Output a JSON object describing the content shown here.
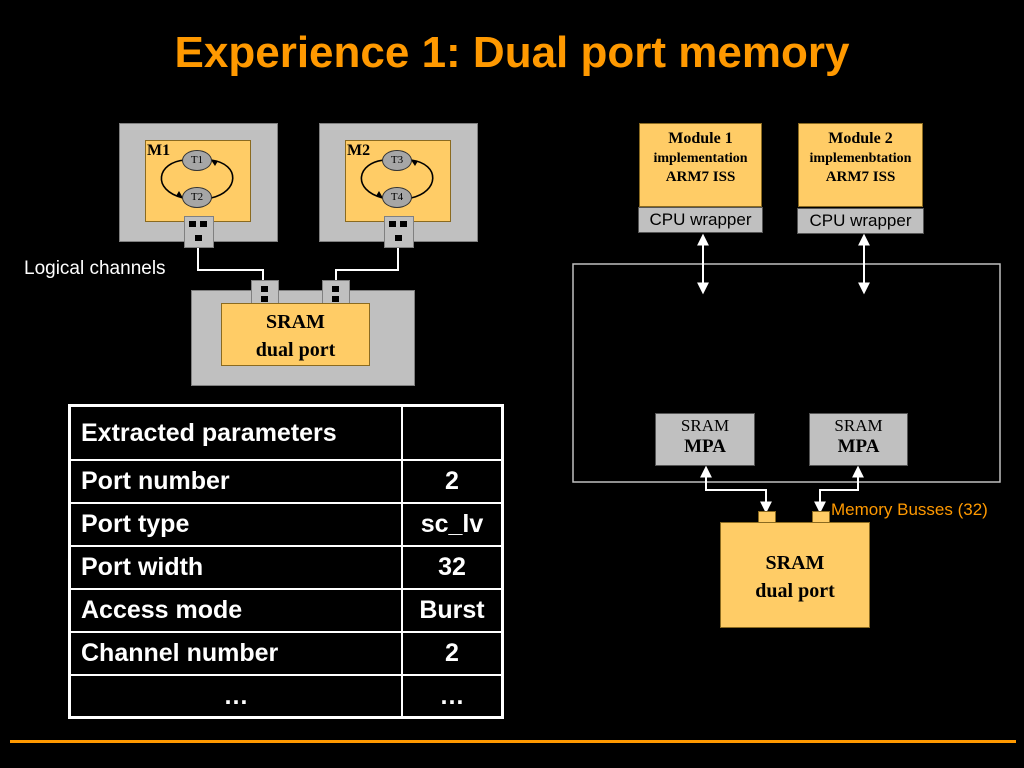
{
  "title": "Experience 1: Dual port memory",
  "left_diagram": {
    "m1": {
      "label": "M1",
      "t_top": "T1",
      "t_bottom": "T2"
    },
    "m2": {
      "label": "M2",
      "t_top": "T3",
      "t_bottom": "T4"
    },
    "logical_channels_label": "Logical channels",
    "sram": {
      "line1": "SRAM",
      "line2": "dual port"
    }
  },
  "table": {
    "header": [
      "Extracted parameters",
      ""
    ],
    "rows": [
      [
        "Port number",
        "2"
      ],
      [
        "Port type",
        "sc_lv"
      ],
      [
        "Port width",
        "32"
      ],
      [
        "Access mode",
        "Burst"
      ],
      [
        "Channel number",
        "2"
      ],
      [
        "…",
        "…"
      ]
    ]
  },
  "right_diagram": {
    "module1": {
      "line1": "Module 1",
      "line2": "implementation",
      "line3": "ARM7 ISS",
      "wrapper": "CPU wrapper"
    },
    "module2": {
      "line1": "Module 2",
      "line2": "implemenbtation",
      "line3": "ARM7 ISS",
      "wrapper": "CPU wrapper"
    },
    "mpa1": {
      "line1": "SRAM",
      "line2": "MPA"
    },
    "mpa2": {
      "line1": "SRAM",
      "line2": "MPA"
    },
    "memory_busses_label": "Memory Busses (32)",
    "sram": {
      "line1": "SRAM",
      "line2": "dual port"
    }
  },
  "colors": {
    "background": "#000000",
    "title": "#ff9900",
    "module_fill": "#ffcc66",
    "box_grey": "#c0c0c0"
  }
}
